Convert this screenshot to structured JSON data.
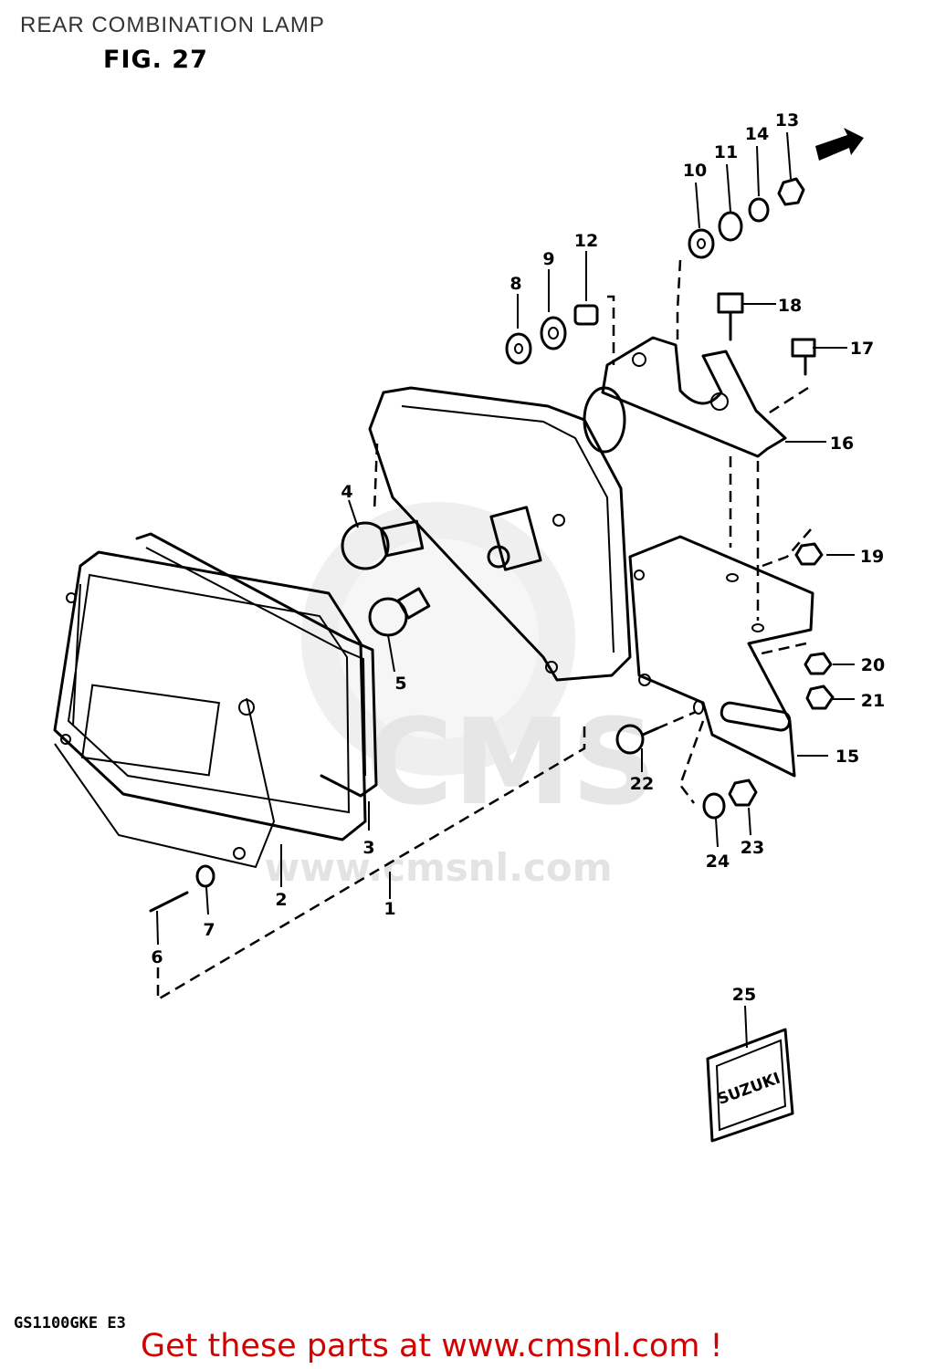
{
  "header": {
    "title": "REAR COMBINATION LAMP",
    "figure": "FIG. 27"
  },
  "footer": {
    "model_code": "GS1100GKE E3",
    "promo": "Get these parts at www.cmsnl.com !"
  },
  "watermark": {
    "text": "www.cmsnl.com",
    "logo": "CMS"
  },
  "direction_marker": {
    "icon": "forward-arrow-icon"
  },
  "emblem": {
    "text": "SUZUKI"
  },
  "parts": [
    {
      "number": "1"
    },
    {
      "number": "2"
    },
    {
      "number": "3"
    },
    {
      "number": "4"
    },
    {
      "number": "5"
    },
    {
      "number": "6"
    },
    {
      "number": "7"
    },
    {
      "number": "8"
    },
    {
      "number": "9"
    },
    {
      "number": "10"
    },
    {
      "number": "11"
    },
    {
      "number": "12"
    },
    {
      "number": "13"
    },
    {
      "number": "14"
    },
    {
      "number": "15"
    },
    {
      "number": "16"
    },
    {
      "number": "17"
    },
    {
      "number": "18"
    },
    {
      "number": "19"
    },
    {
      "number": "20"
    },
    {
      "number": "21"
    },
    {
      "number": "22"
    },
    {
      "number": "23"
    },
    {
      "number": "24"
    },
    {
      "number": "25"
    }
  ],
  "colors": {
    "promo_text": "#d40000",
    "line_art": "#000000",
    "watermark": "#e3e3e3"
  }
}
